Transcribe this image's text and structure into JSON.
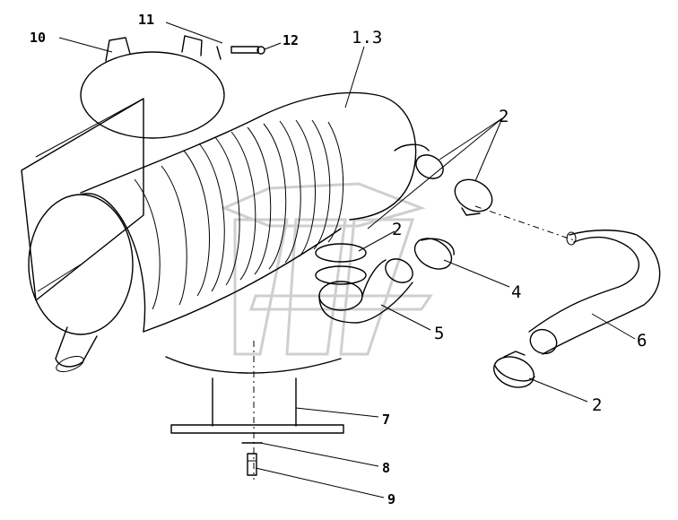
{
  "diagram": {
    "callouts": [
      {
        "key": "c10",
        "text": "10"
      },
      {
        "key": "c11",
        "text": "11"
      },
      {
        "key": "c12",
        "text": "12"
      },
      {
        "key": "c13",
        "text": "1.3"
      },
      {
        "key": "c2a",
        "text": "2"
      },
      {
        "key": "c2b",
        "text": "2"
      },
      {
        "key": "c4",
        "text": "4"
      },
      {
        "key": "c5",
        "text": "5"
      },
      {
        "key": "c6",
        "text": "6"
      },
      {
        "key": "c2c",
        "text": "2"
      },
      {
        "key": "c7",
        "text": "7"
      },
      {
        "key": "c8",
        "text": "8"
      },
      {
        "key": "c9",
        "text": "9"
      }
    ]
  }
}
